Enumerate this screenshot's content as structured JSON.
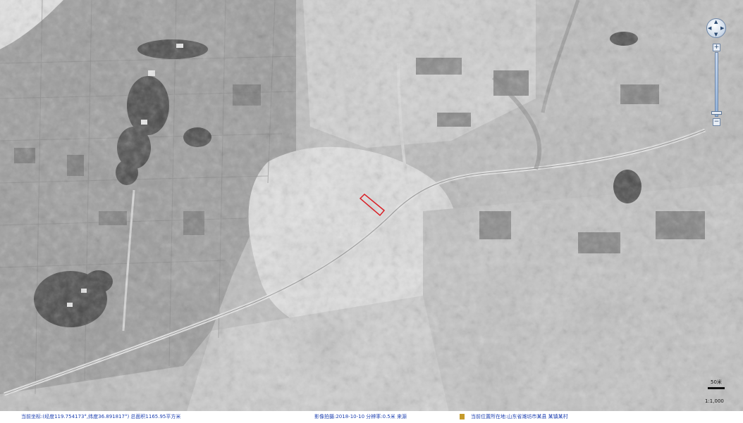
{
  "map": {
    "style": "grayscale satellite imagery",
    "colors": {
      "highlight_outline": "#d81f26",
      "status_text": "#1c3fb0",
      "controls_accent": "#6f87a8"
    }
  },
  "controls": {
    "pan_icon": "pan-compass-icon",
    "zoom_in_label": "+",
    "zoom_out_label": "−",
    "zoom_level_fraction": 0.95
  },
  "scale": {
    "distance_label": "50米",
    "ratio_label": "1:1,000"
  },
  "status": {
    "segment_1": "当前坐标:(经度119.754173°,纬度36.891817°) 总面积1165.95平方米",
    "segment_2": "影像拍摄:2018-10-10 分辨率:0.5米 来源",
    "segment_3": "当前位置所在地:山东省潍坊市某县 某镇某村"
  }
}
